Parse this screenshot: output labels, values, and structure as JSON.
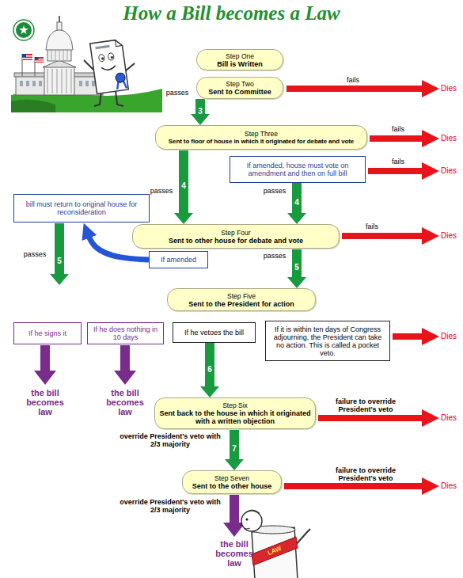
{
  "diagram": {
    "title": "How a Bill becomes a Law",
    "nodes": [
      {
        "text": [
          "Step One",
          "Bill is Written"
        ]
      },
      {
        "text": [
          "Step Two",
          "Sent to Committee"
        ]
      },
      {
        "text": [
          "Step Three",
          "Sent to floor of house in which it originated for debate and vote"
        ]
      },
      {
        "text": [
          "If amended, house must vote on amendment and then on full bill"
        ]
      },
      {
        "text": [
          "bill must return to original house for reconsideration"
        ]
      },
      {
        "text": [
          "Step Four",
          "Sent to other house for debate and vote"
        ]
      },
      {
        "text": [
          "If amended"
        ]
      },
      {
        "text": [
          "Step Five",
          "Sent to the President for action"
        ]
      },
      {
        "text": [
          "If he signs it"
        ]
      },
      {
        "text": [
          "If he does nothing in 10 days"
        ]
      },
      {
        "text": [
          "If he vetoes the bill"
        ]
      },
      {
        "text": [
          "If it is within ten days of Congress adjourning, the President can take no action. This is called a pocket veto."
        ]
      },
      {
        "text": [
          "Step Six",
          "Sent back to the house in which it originated with a written objection"
        ]
      },
      {
        "text": [
          "Step Seven",
          "Sent to the other house"
        ]
      }
    ],
    "edges": [
      {
        "from": 1,
        "to": 2,
        "label": "3",
        "arrow": "to"
      },
      {
        "from": 2,
        "to": 5,
        "label": "4",
        "arrow": "to"
      },
      {
        "from": 3,
        "to": 5,
        "label": "4",
        "arrow": "to"
      },
      {
        "from": 5,
        "to": 7,
        "label": "5",
        "arrow": "to"
      },
      {
        "from": 6,
        "to": 4,
        "arrow": "to"
      },
      {
        "from": 10,
        "to": 12,
        "label": "6",
        "arrow": "to"
      },
      {
        "from": 12,
        "to": 13,
        "label": "7",
        "arrow": "to"
      }
    ],
    "labels": [
      "fails",
      "Dies",
      "passes",
      "fails",
      "Dies",
      "fails",
      "Dies",
      "passes",
      "passes",
      "fails",
      "Dies",
      "passes",
      "5",
      "passes",
      "Dies",
      "the bill becomes law",
      "the bill becomes law",
      "failure to override President's veto",
      "Dies",
      "override President's veto with 2/3 majority",
      "failure to override President's veto",
      "Dies",
      "override President's veto with 2/3 majority",
      "the bill becomes law",
      "LAW"
    ]
  }
}
